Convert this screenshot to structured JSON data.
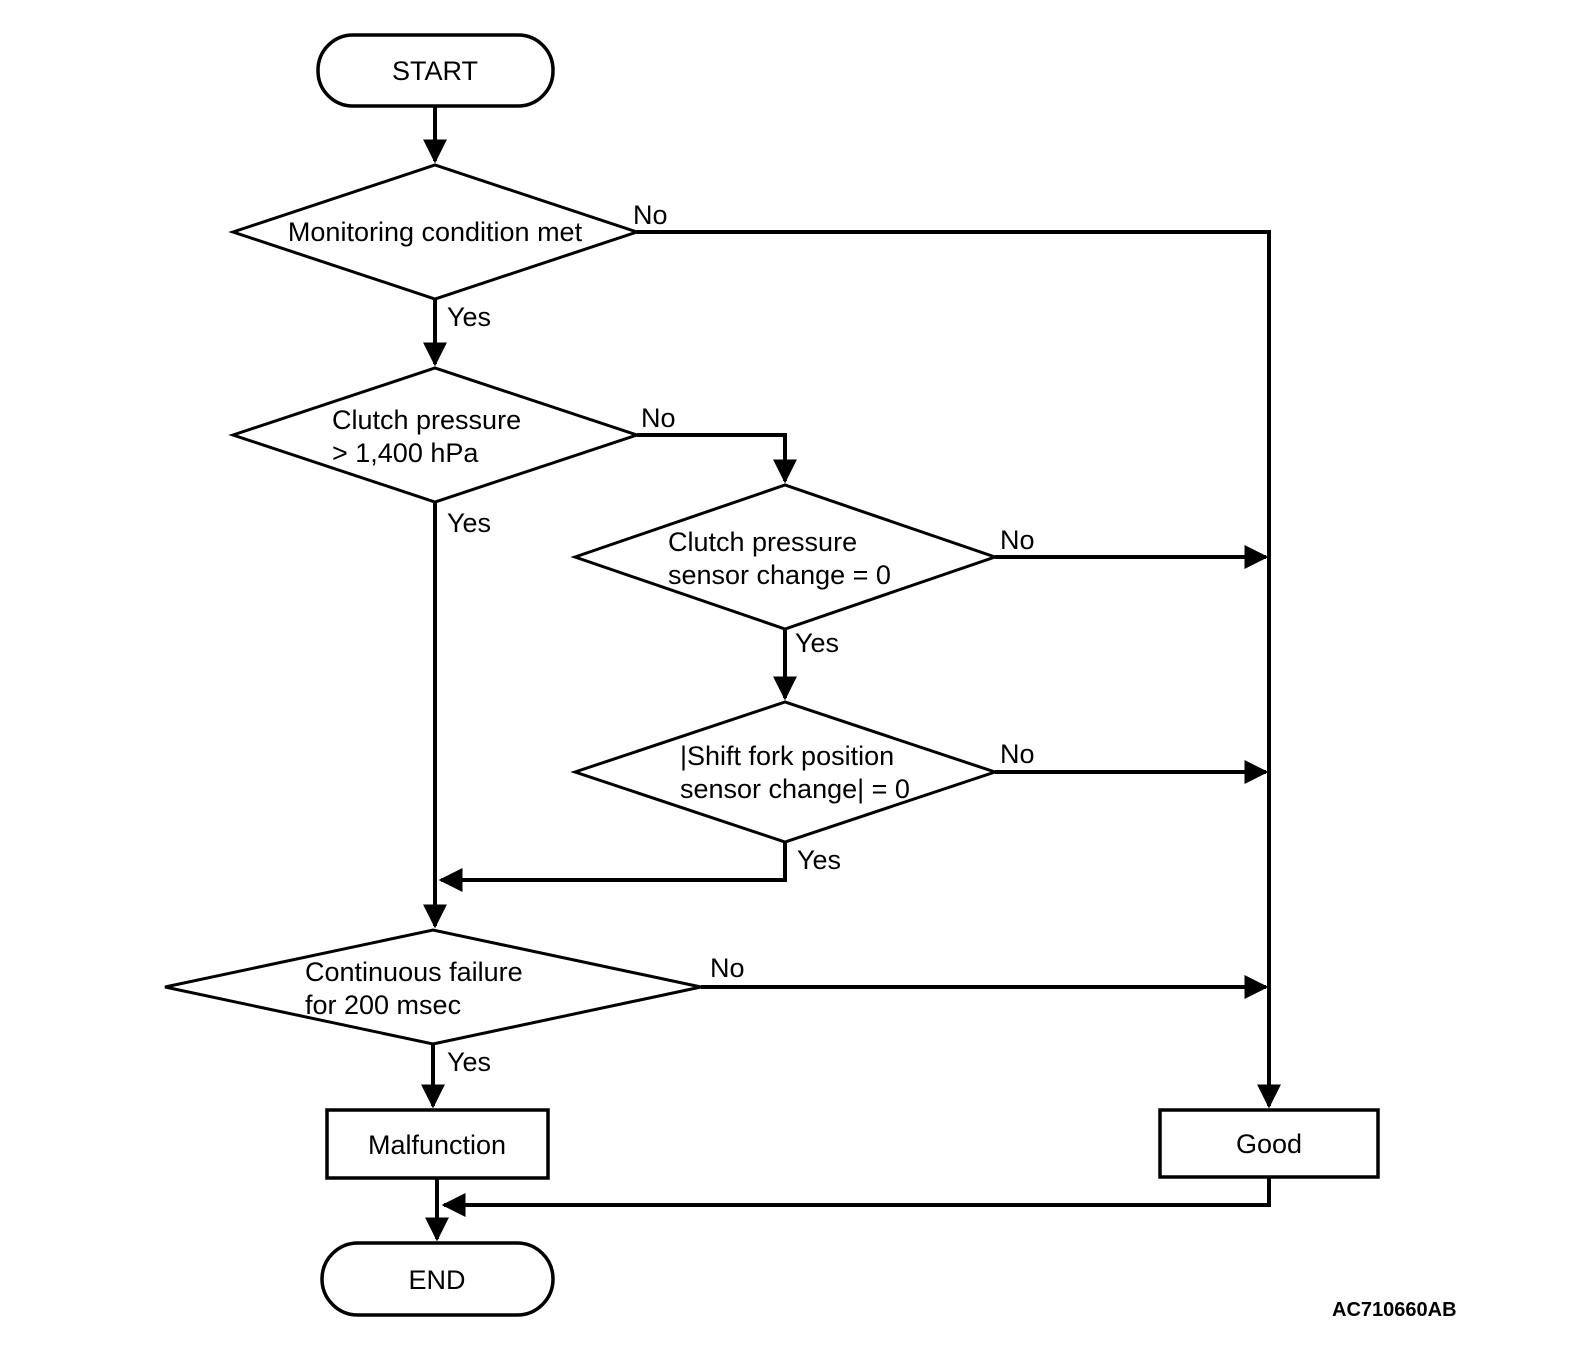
{
  "flowchart": {
    "nodes": {
      "start": "START",
      "monitoring": "Monitoring condition met",
      "clutch_pressure": [
        "Clutch pressure",
        "> 1,400 hPa"
      ],
      "pressure_sensor": [
        "Clutch pressure",
        "sensor change = 0"
      ],
      "shift_fork": [
        "|Shift fork position",
        "sensor change| = 0"
      ],
      "continuous_failure": [
        "Continuous failure",
        "for 200 msec"
      ],
      "malfunction": "Malfunction",
      "good": "Good",
      "end": "END"
    },
    "labels": {
      "d1_no": "No",
      "d1_yes": "Yes",
      "d2_no": "No",
      "d2_yes": "Yes",
      "d3_no": "No",
      "d3_yes": "Yes",
      "d4_no": "No",
      "d4_yes": "Yes",
      "d5_no": "No",
      "d5_yes": "Yes"
    },
    "code": "AC710660AB",
    "colors": {
      "line": "#000000",
      "background": "#ffffff",
      "text": "#000000"
    }
  }
}
